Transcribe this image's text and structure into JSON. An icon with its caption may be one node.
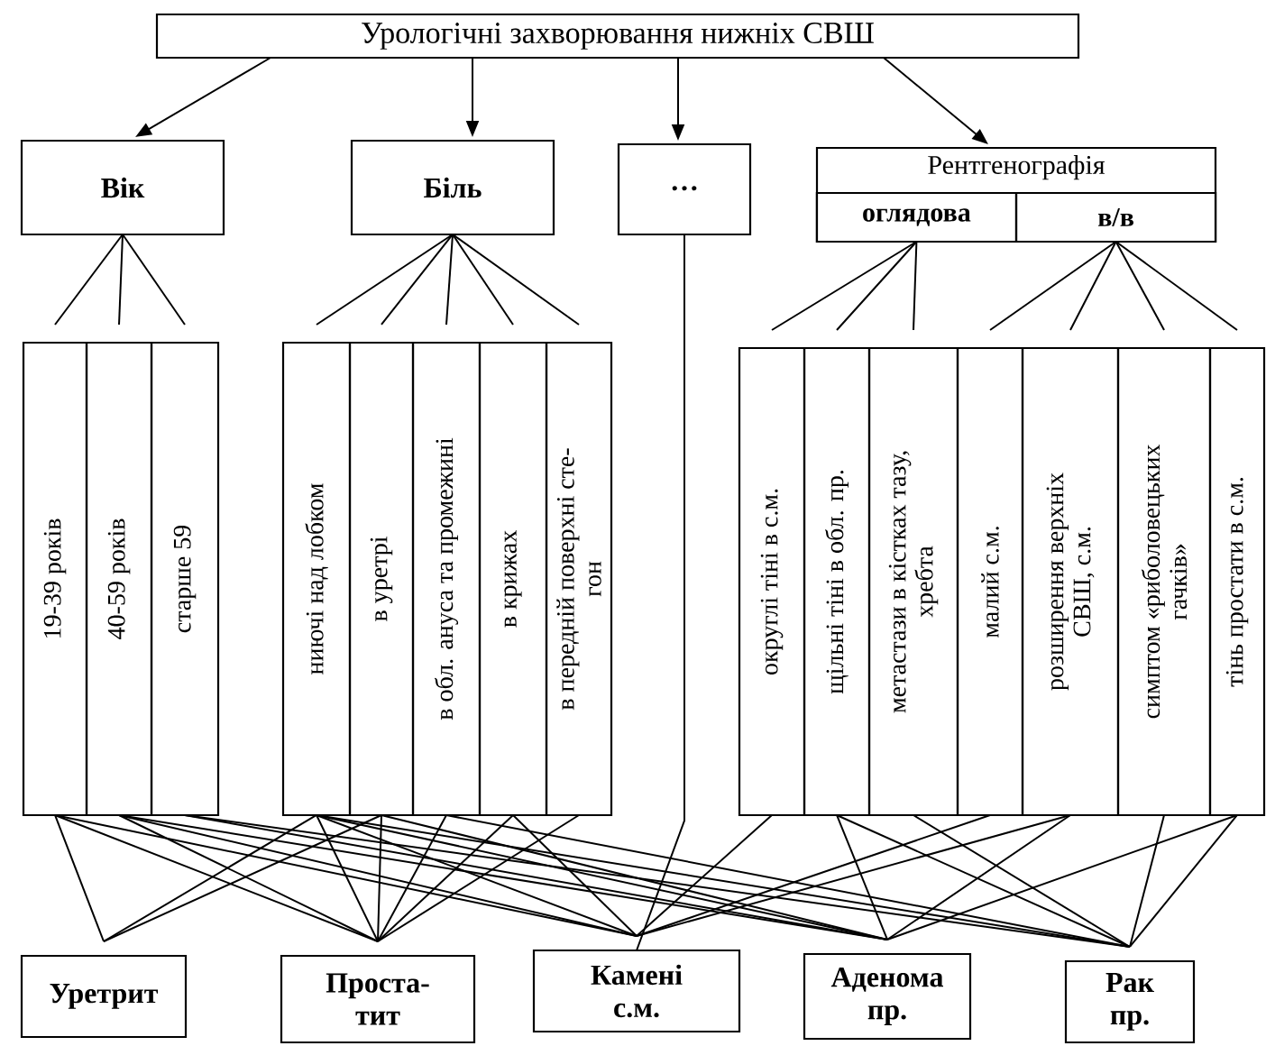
{
  "diagram": {
    "nodes": [
      {
        "text": [
          "Урологічні захворювання нижніх СВШ"
        ]
      },
      {
        "text": [
          "Вік"
        ]
      },
      {
        "text": [
          "Біль"
        ]
      },
      {
        "text": [
          "…"
        ]
      },
      {
        "text": [
          "Рентгенографія"
        ]
      },
      {
        "text": [
          "оглядова"
        ],
        "in": 4
      },
      {
        "text": [
          "в/в"
        ],
        "in": 4
      },
      {
        "text": [
          "19-39 років"
        ]
      },
      {
        "text": [
          "40-59 років"
        ]
      },
      {
        "text": [
          "старше 59"
        ]
      },
      {
        "text": [
          "ниючі над лобком"
        ]
      },
      {
        "text": [
          "в уретрі"
        ]
      },
      {
        "text": [
          "в обл. ануса та промежині"
        ]
      },
      {
        "text": [
          "в крижах"
        ]
      },
      {
        "text": [
          "в передній поверхні сте- гон"
        ]
      },
      {
        "text": [
          "округлі тіні в с.м."
        ]
      },
      {
        "text": [
          "щільні тіні в обл. пр."
        ]
      },
      {
        "text": [
          "метастази в кістках тазу, хребта"
        ]
      },
      {
        "text": [
          "малий с.м."
        ]
      },
      {
        "text": [
          "розширення верхніх СВШ, с.м."
        ]
      },
      {
        "text": [
          "симптом «риболовецьких гачків»"
        ]
      },
      {
        "text": [
          "тінь простати в с.м."
        ]
      },
      {
        "text": [
          "Уретрит"
        ]
      },
      {
        "text": [
          "Проста- тит"
        ]
      },
      {
        "text": [
          "Камені с.м."
        ]
      },
      {
        "text": [
          "Аденома пр."
        ]
      },
      {
        "text": [
          "Рак пр."
        ]
      }
    ],
    "edges": [
      {
        "from": 0,
        "to": 1,
        "arrow": "to"
      },
      {
        "from": 0,
        "to": 2,
        "arrow": "to"
      },
      {
        "from": 0,
        "to": 3,
        "arrow": "to"
      },
      {
        "from": 0,
        "to": 4,
        "arrow": "to"
      },
      {
        "from": 1,
        "to": 7,
        "arrow": "none"
      },
      {
        "from": 1,
        "to": 8,
        "arrow": "none"
      },
      {
        "from": 1,
        "to": 9,
        "arrow": "none"
      },
      {
        "from": 2,
        "to": 10,
        "arrow": "none"
      },
      {
        "from": 2,
        "to": 11,
        "arrow": "none"
      },
      {
        "from": 2,
        "to": 12,
        "arrow": "none"
      },
      {
        "from": 2,
        "to": 13,
        "arrow": "none"
      },
      {
        "from": 2,
        "to": 14,
        "arrow": "none"
      },
      {
        "from": 5,
        "to": 15,
        "arrow": "none"
      },
      {
        "from": 5,
        "to": 16,
        "arrow": "none"
      },
      {
        "from": 5,
        "to": 17,
        "arrow": "none"
      },
      {
        "from": 6,
        "to": 18,
        "arrow": "none"
      },
      {
        "from": 6,
        "to": 19,
        "arrow": "none"
      },
      {
        "from": 6,
        "to": 20,
        "arrow": "none"
      },
      {
        "from": 6,
        "to": 21,
        "arrow": "none"
      },
      {
        "from": 3,
        "to": 24,
        "arrow": "none"
      },
      {
        "from": 7,
        "to": 22,
        "arrow": "none"
      },
      {
        "from": 10,
        "to": 22,
        "arrow": "none"
      },
      {
        "from": 11,
        "to": 22,
        "arrow": "none"
      },
      {
        "from": 7,
        "to": 23,
        "arrow": "none"
      },
      {
        "from": 8,
        "to": 23,
        "arrow": "none"
      },
      {
        "from": 10,
        "to": 23,
        "arrow": "none"
      },
      {
        "from": 11,
        "to": 23,
        "arrow": "none"
      },
      {
        "from": 12,
        "to": 23,
        "arrow": "none"
      },
      {
        "from": 13,
        "to": 23,
        "arrow": "none"
      },
      {
        "from": 14,
        "to": 23,
        "arrow": "none"
      },
      {
        "from": 7,
        "to": 24,
        "arrow": "none"
      },
      {
        "from": 8,
        "to": 24,
        "arrow": "none"
      },
      {
        "from": 10,
        "to": 24,
        "arrow": "none"
      },
      {
        "from": 13,
        "to": 24,
        "arrow": "none"
      },
      {
        "from": 15,
        "to": 24,
        "arrow": "none"
      },
      {
        "from": 18,
        "to": 24,
        "arrow": "none"
      },
      {
        "from": 19,
        "to": 24,
        "arrow": "none"
      },
      {
        "from": 8,
        "to": 25,
        "arrow": "none"
      },
      {
        "from": 9,
        "to": 25,
        "arrow": "none"
      },
      {
        "from": 10,
        "to": 25,
        "arrow": "none"
      },
      {
        "from": 11,
        "to": 25,
        "arrow": "none"
      },
      {
        "from": 16,
        "to": 25,
        "arrow": "none"
      },
      {
        "from": 19,
        "to": 25,
        "arrow": "none"
      },
      {
        "from": 21,
        "to": 25,
        "arrow": "none"
      },
      {
        "from": 9,
        "to": 26,
        "arrow": "none"
      },
      {
        "from": 10,
        "to": 26,
        "arrow": "none"
      },
      {
        "from": 12,
        "to": 26,
        "arrow": "none"
      },
      {
        "from": 16,
        "to": 26,
        "arrow": "none"
      },
      {
        "from": 17,
        "to": 26,
        "arrow": "none"
      },
      {
        "from": 20,
        "to": 26,
        "arrow": "none"
      },
      {
        "from": 21,
        "to": 26,
        "arrow": "none"
      }
    ]
  }
}
